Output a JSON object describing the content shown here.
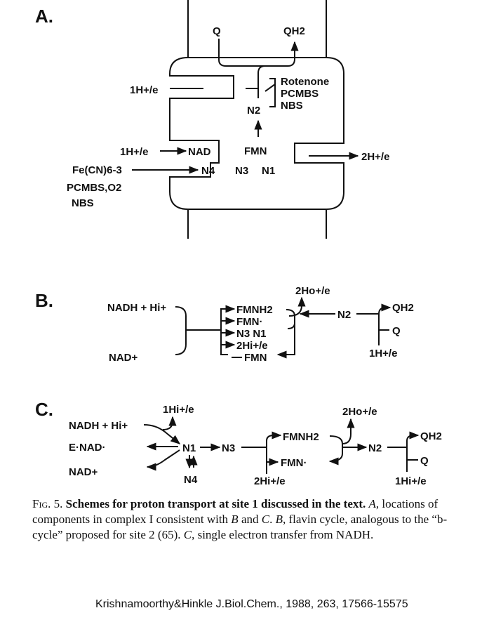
{
  "panels": {
    "a": {
      "letter": "A.",
      "q": "Q",
      "qh2": "QH2",
      "rotenone": "Rotenone",
      "pcmbs": "PCMBS",
      "nbs": "NBS",
      "h_left_top": "1H+/e",
      "n2": "N2",
      "h_nad": "1H+/e",
      "nad": "NAD",
      "fmn": "FMN",
      "h_right": "2H+/e",
      "ferricyanide": "Fe(CN)6-3",
      "n4": "N4",
      "n3": "N3",
      "n1": "N1",
      "pcmbs_o2": "PCMBS,O2",
      "nbs_bottom": "NBS"
    },
    "b": {
      "letter": "B.",
      "nadh": "NADH + Hi+",
      "nad_plus": "NAD+",
      "fmnh2": "FMNH2",
      "fmn_radical": "FMN·",
      "n3n1": "N3 N1",
      "h_i": "2Hi+/e",
      "fmn": "FMN",
      "h_o": "2Ho+/e",
      "n2": "N2",
      "qh2": "QH2",
      "q": "Q",
      "h_bottom": "1H+/e"
    },
    "c": {
      "letter": "C.",
      "h_i_top": "1Hi+/e",
      "nadh": "NADH + Hi+",
      "e_nad": "E·NAD·",
      "nad_plus": "NAD+",
      "n1": "N1",
      "n4": "N4",
      "n3": "N3",
      "fmnh2": "FMNH2",
      "fmn_radical": "FMN·",
      "h_i_mid": "2Hi+/e",
      "h_o": "2Ho+/e",
      "n2": "N2",
      "qh2": "QH2",
      "q": "Q",
      "h_i_bottom": "1Hi+/e"
    }
  },
  "caption": {
    "figure_label": "Fig. 5.",
    "title": "Schemes for proton transport at site 1 discussed in the text.",
    "part_a_letter": "A",
    "part_a_text": ", locations of components in complex I consistent with ",
    "part_b_ref": "B",
    "and_text": " and ",
    "part_c_ref": "C",
    "period_text": ". ",
    "part_b_letter": "B",
    "part_b_text": ", flavin cycle, analogous to the “b-cycle” proposed for site 2 (65). ",
    "part_c_letter": "C",
    "part_c_text": ", single electron transfer from NADH."
  },
  "citation": "Krishnamoorthy&Hinkle J.Biol.Chem., 1988, 263, 17566-15575"
}
